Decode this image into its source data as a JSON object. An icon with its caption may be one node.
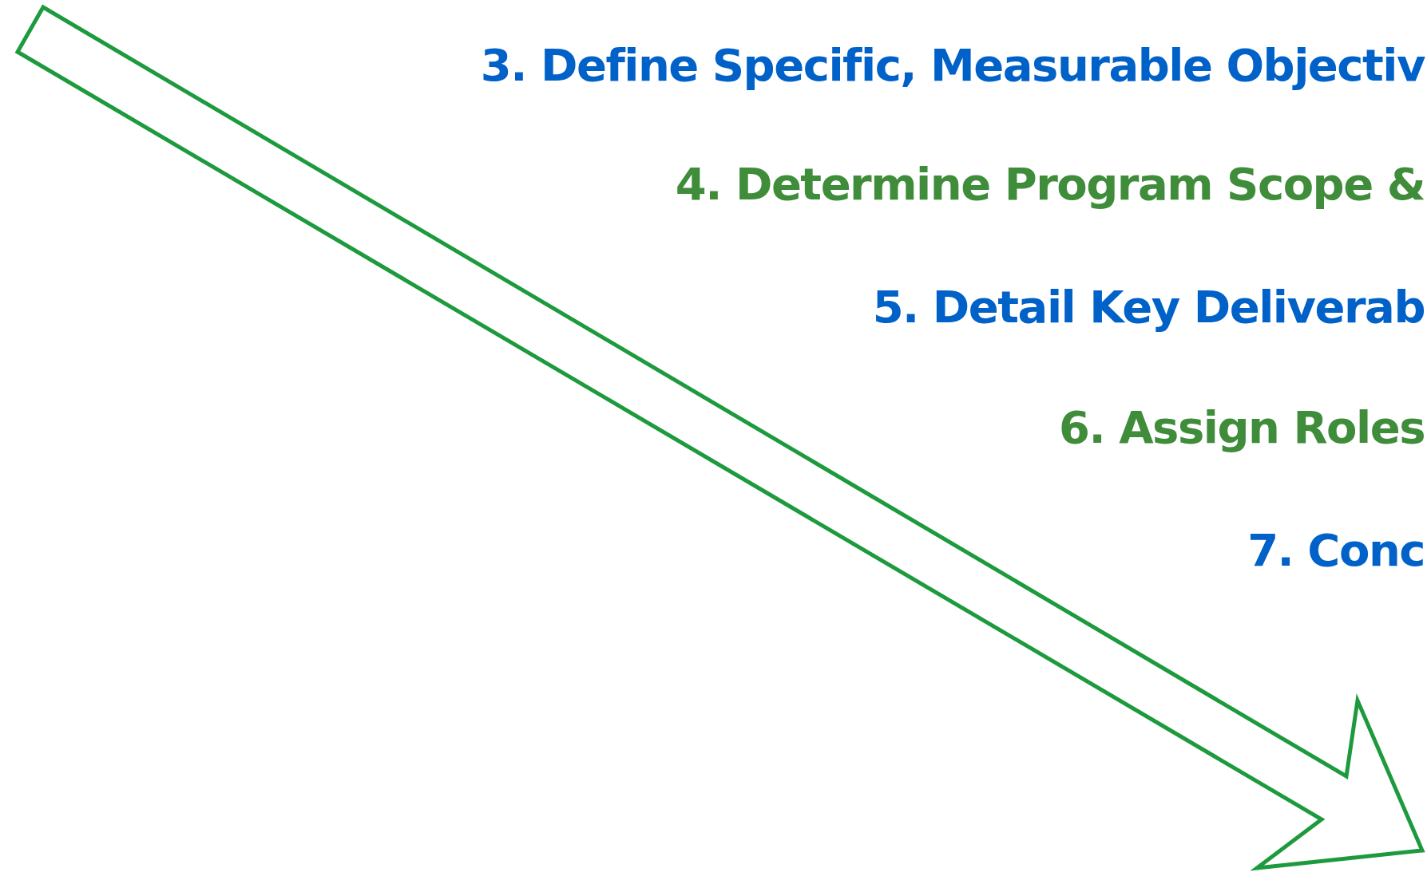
{
  "diagram": {
    "labels": [
      "3. Define Specific, Measurable Objectiv",
      "4. Determine Program Scope &",
      "5. Detail Key Deliverab",
      "6. Assign Roles",
      "7. Conc"
    ]
  }
}
